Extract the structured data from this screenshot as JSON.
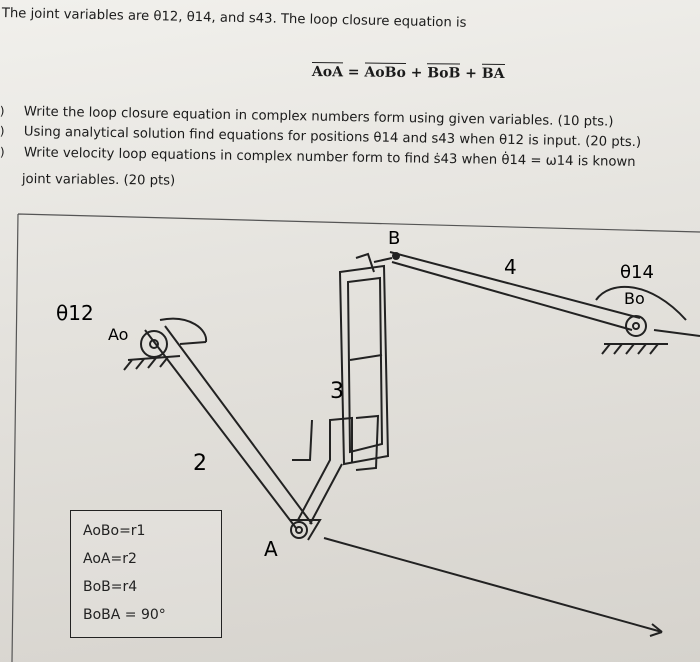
{
  "header": {
    "intro_line": "The joint variables are θ12, θ14, and s43. The loop closure equation is",
    "equation": {
      "lhs": "AoA",
      "eq": "=",
      "t1": "AoBo",
      "plus1": "+",
      "t2": "BoB",
      "plus2": "+",
      "t3": "BA"
    }
  },
  "questions": [
    {
      "bullet": ")",
      "text": "Write the loop closure equation in complex numbers form using given variables. (10 pts.)"
    },
    {
      "bullet": ")",
      "text": "Using analytical solution find equations for positions θ14 and s43 when θ12 is input. (20 pts.)"
    },
    {
      "bullet": ")",
      "text": "Write velocity loop equations in complex number form to find ṡ43 when θ̇14 = ω14 is known"
    },
    {
      "bullet": "",
      "text": "joint variables. (20 pts)"
    }
  ],
  "diagram": {
    "label_theta12": "θ12",
    "label_Ao": "Ao",
    "label_2": "2",
    "label_3": "3",
    "label_4": "4",
    "label_A": "A",
    "label_B": "B",
    "label_theta14": "θ14",
    "label_Bo": "Bo",
    "legend": [
      "AoBo=r1",
      "AoA=r2",
      "BoB=r4",
      "BoBA = 90°"
    ]
  }
}
